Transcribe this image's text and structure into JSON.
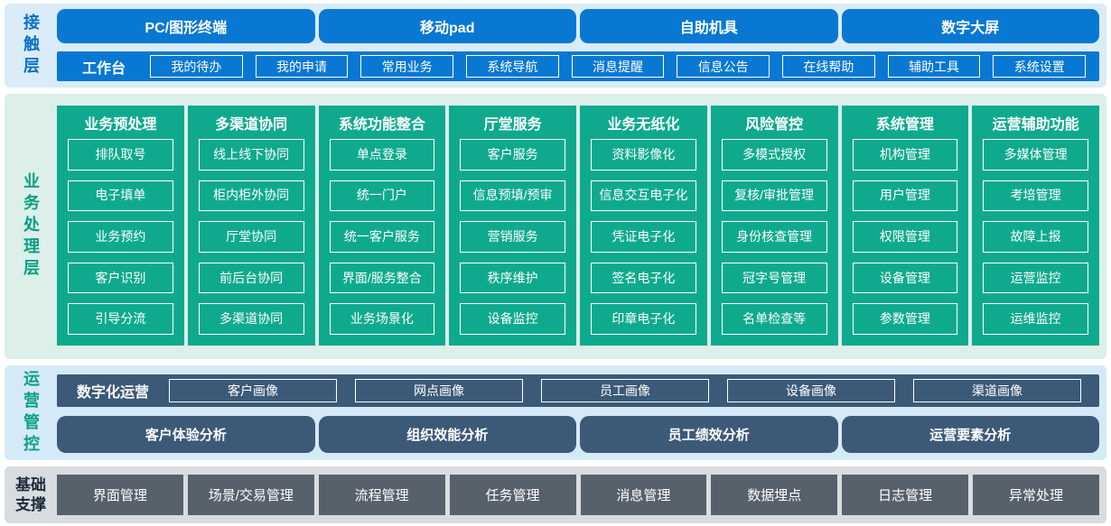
{
  "colors": {
    "primary_blue": "#0878d2",
    "teal": "#0faa8e",
    "slate_blue": "#3c5a78",
    "dark_gray": "#57616b",
    "contact_band_bg": "#d9ecf8",
    "business_band_bg": "#dcefe9",
    "ops_band_bg": "#d5eaf7",
    "foundation_band_bg": "#d9dcdf"
  },
  "contact_layer": {
    "label": "接触层",
    "terminals": [
      "PC/图形终端",
      "移动pad",
      "自助机具",
      "数字大屏"
    ],
    "workbench": {
      "label": "工作台",
      "items": [
        "我的待办",
        "我的申请",
        "常用业务",
        "系统导航",
        "消息提醒",
        "信息公告",
        "在线帮助",
        "辅助工具",
        "系统设置"
      ]
    }
  },
  "business_layer": {
    "label": "业务处理层",
    "columns": [
      {
        "title": "业务预处理",
        "items": [
          "排队取号",
          "电子填单",
          "业务预约",
          "客户识别",
          "引导分流"
        ]
      },
      {
        "title": "多渠道协同",
        "items": [
          "线上线下协同",
          "柜内柜外协同",
          "厅堂协同",
          "前后台协同",
          "多渠道协同"
        ]
      },
      {
        "title": "系统功能整合",
        "items": [
          "单点登录",
          "统一门户",
          "统一客户服务",
          "界面/服务整合",
          "业务场景化"
        ]
      },
      {
        "title": "厅堂服务",
        "items": [
          "客户服务",
          "信息预填/预审",
          "营销服务",
          "秩序维护",
          "设备监控"
        ]
      },
      {
        "title": "业务无纸化",
        "items": [
          "资料影像化",
          "信息交互电子化",
          "凭证电子化",
          "签名电子化",
          "印章电子化"
        ]
      },
      {
        "title": "风险管控",
        "items": [
          "多模式授权",
          "复核/审批管理",
          "身份核查管理",
          "冠字号管理",
          "名单检查等"
        ]
      },
      {
        "title": "系统管理",
        "items": [
          "机构管理",
          "用户管理",
          "权限管理",
          "设备管理",
          "参数管理"
        ]
      },
      {
        "title": "运营辅助功能",
        "items": [
          "多媒体管理",
          "考培管理",
          "故障上报",
          "运营监控",
          "运维监控"
        ]
      }
    ]
  },
  "ops_layer": {
    "label": "运营管控",
    "digital_ops": {
      "label": "数字化运营",
      "items": [
        "客户画像",
        "网点画像",
        "员工画像",
        "设备画像",
        "渠道画像"
      ]
    },
    "analysis": [
      "客户体验分析",
      "组织效能分析",
      "员工绩效分析",
      "运营要素分析"
    ]
  },
  "foundation_layer": {
    "label": "基础支撑",
    "items": [
      "界面管理",
      "场景/交易管理",
      "流程管理",
      "任务管理",
      "消息管理",
      "数据埋点",
      "日志管理",
      "异常处理"
    ]
  }
}
